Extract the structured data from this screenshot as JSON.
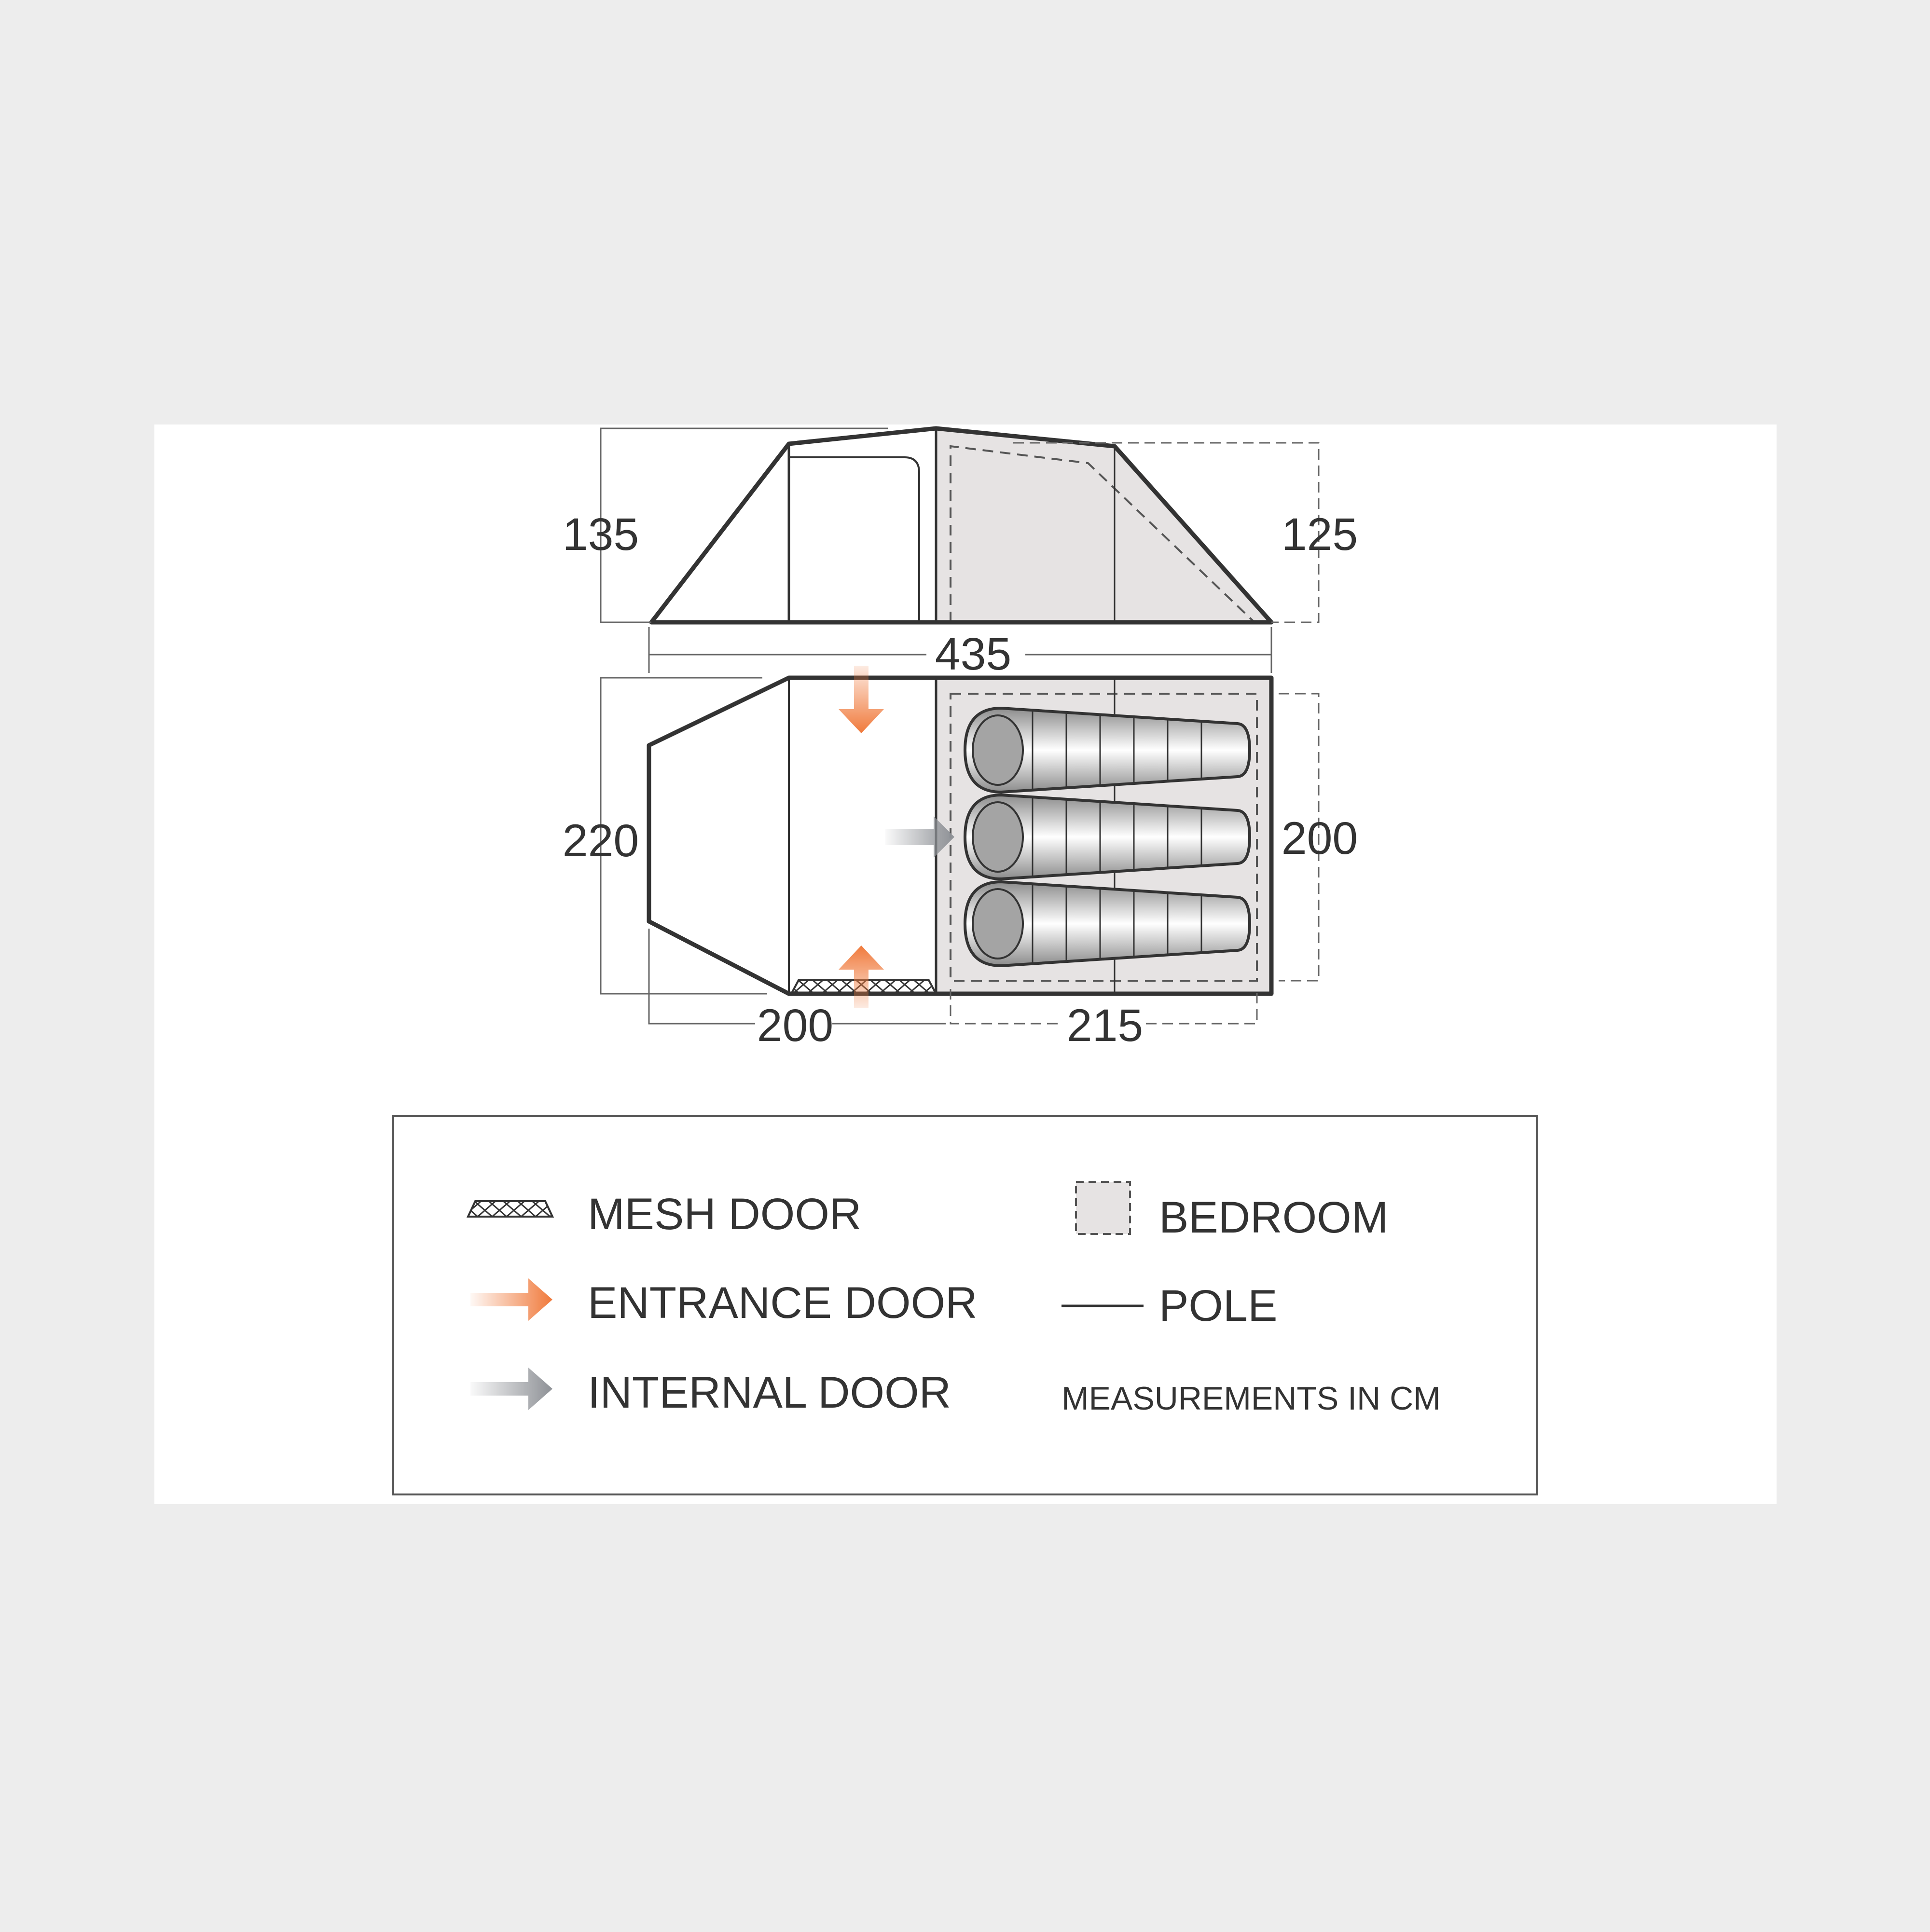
{
  "dimensions": {
    "side_height_left": "135",
    "side_height_right": "125",
    "total_length": "435",
    "plan_width": "220",
    "bedroom_width": "200",
    "porch_length": "200",
    "bedroom_length": "215"
  },
  "legend": {
    "mesh_door": "MESH DOOR",
    "entrance_door": "ENTRANCE DOOR",
    "internal_door": "INTERNAL DOOR",
    "bedroom": "BEDROOM",
    "pole": "POLE",
    "note": "MEASUREMENTS IN CM"
  },
  "colors": {
    "entrance_arrow": "#f07a3c",
    "internal_arrow": "#8e9196",
    "outline": "#333333",
    "bedroom_fill": "#e6e3e3"
  },
  "icons": {
    "mesh_door": "mesh-door-icon",
    "entrance_door": "entrance-arrow-icon",
    "internal_door": "internal-arrow-icon",
    "bedroom": "bedroom-icon",
    "pole": "pole-line-icon"
  }
}
